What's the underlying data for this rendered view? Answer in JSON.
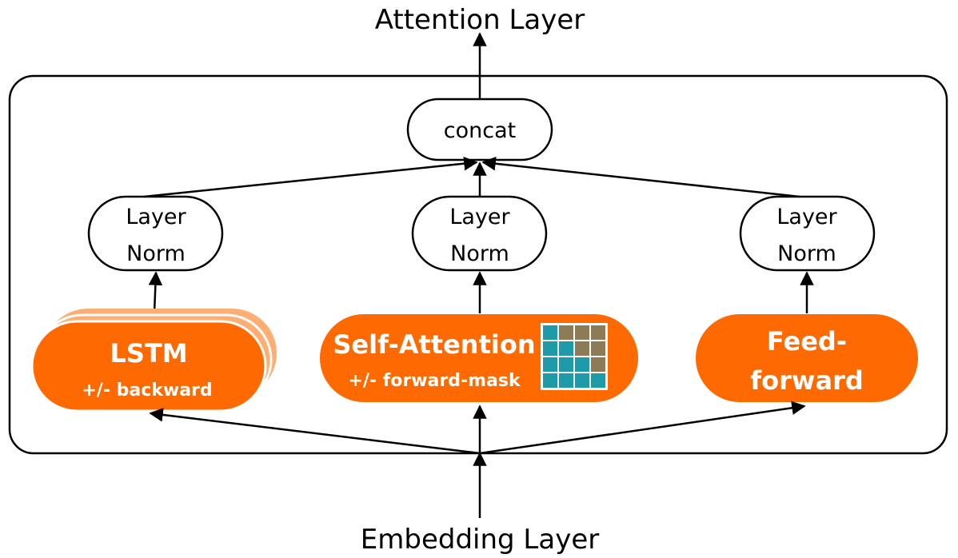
{
  "title_top": "Attention Layer",
  "title_bottom": "Embedding Layer",
  "concat_label": "concat",
  "layer_norm": {
    "line1": "Layer",
    "line2": "Norm"
  },
  "blocks": {
    "lstm": {
      "title": "LSTM",
      "subtitle": "+/- backward"
    },
    "self_attention": {
      "title": "Self-Attention",
      "subtitle": "+/- forward-mask"
    },
    "feed_forward": {
      "line1": "Feed-",
      "line2": "forward"
    }
  },
  "mask_grid": [
    [
      1,
      0,
      0,
      0
    ],
    [
      1,
      1,
      0,
      0
    ],
    [
      1,
      1,
      1,
      0
    ],
    [
      1,
      1,
      1,
      1
    ]
  ],
  "colors": {
    "orange": "#FF6A00",
    "orange_light": "#FFAE73",
    "mask_on": "#1E9AA8",
    "mask_off": "#8C7B54"
  }
}
